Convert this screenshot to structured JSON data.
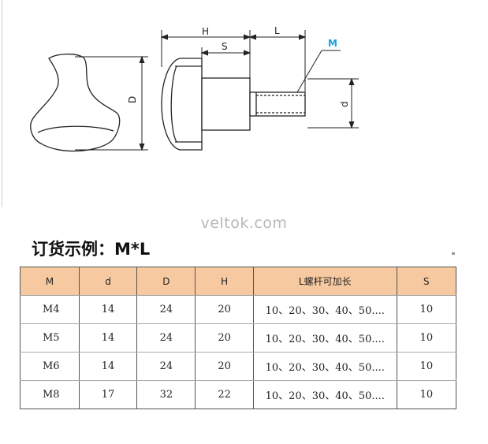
{
  "drawing": {
    "labels": {
      "H": "H",
      "S": "S",
      "L": "L",
      "M": "M",
      "D": "D",
      "d": "d"
    },
    "colors": {
      "m_label": "#1aa0d8",
      "line": "#222222"
    }
  },
  "watermark": "veltok.com",
  "order": {
    "title": "订货示例：M*L"
  },
  "table": {
    "headers": [
      "M",
      "d",
      "D",
      "H",
      "L螺杆可加长",
      "S"
    ],
    "rows": [
      [
        "M4",
        "14",
        "24",
        "20",
        "10、20、30、40、50....",
        "10"
      ],
      [
        "M5",
        "14",
        "24",
        "20",
        "10、20、30、40、50....",
        "10"
      ],
      [
        "M6",
        "14",
        "24",
        "20",
        "10、20、30、40、50....",
        "10"
      ],
      [
        "M8",
        "17",
        "32",
        "22",
        "10、20、30、40、50....",
        "10"
      ]
    ],
    "header_color": "#f7c9a0"
  }
}
